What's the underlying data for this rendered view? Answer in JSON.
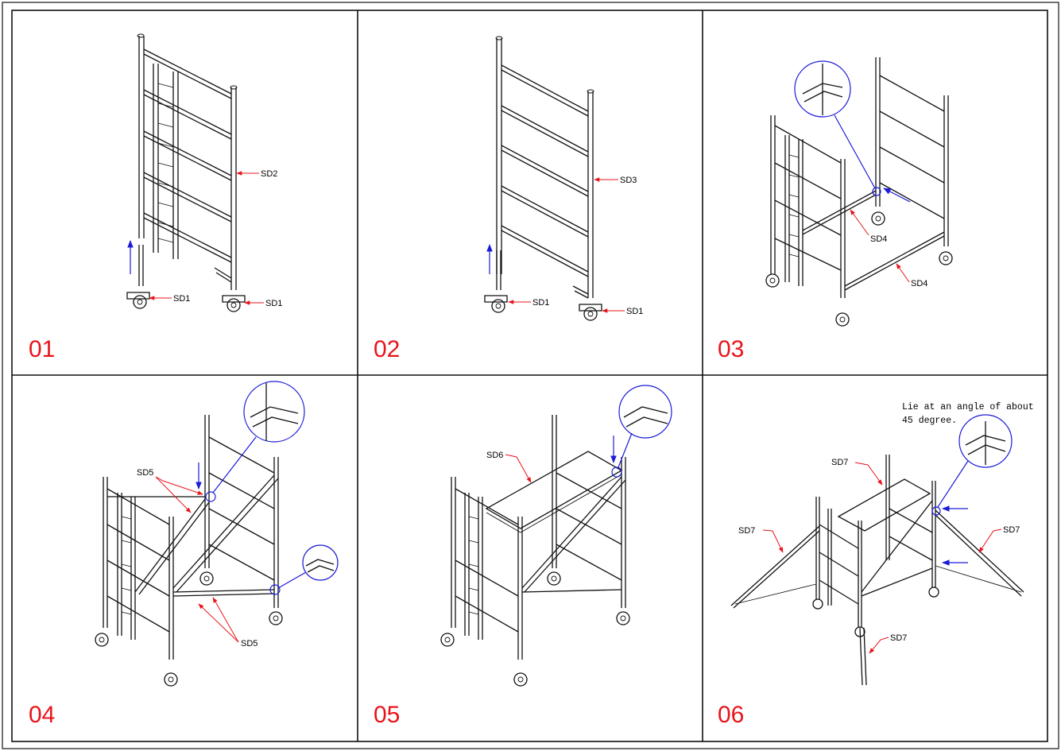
{
  "panels": [
    {
      "step": "01",
      "labels": [
        "SD2",
        "SD1",
        "SD1"
      ]
    },
    {
      "step": "02",
      "labels": [
        "SD3",
        "SD1",
        "SD1"
      ]
    },
    {
      "step": "03",
      "labels": [
        "SD4",
        "SD4"
      ]
    },
    {
      "step": "04",
      "labels": [
        "SD5",
        "SD5"
      ]
    },
    {
      "step": "05",
      "labels": [
        "SD6"
      ]
    },
    {
      "step": "06",
      "labels": [
        "SD7",
        "SD7",
        "SD7",
        "SD7"
      ],
      "note": [
        "Lie at an angle of about",
        "45 degree."
      ]
    }
  ],
  "colors": {
    "step_number": "#e8141b",
    "leader": "#e8141b",
    "arrow": "#1b1bd8",
    "line": "#111111"
  }
}
